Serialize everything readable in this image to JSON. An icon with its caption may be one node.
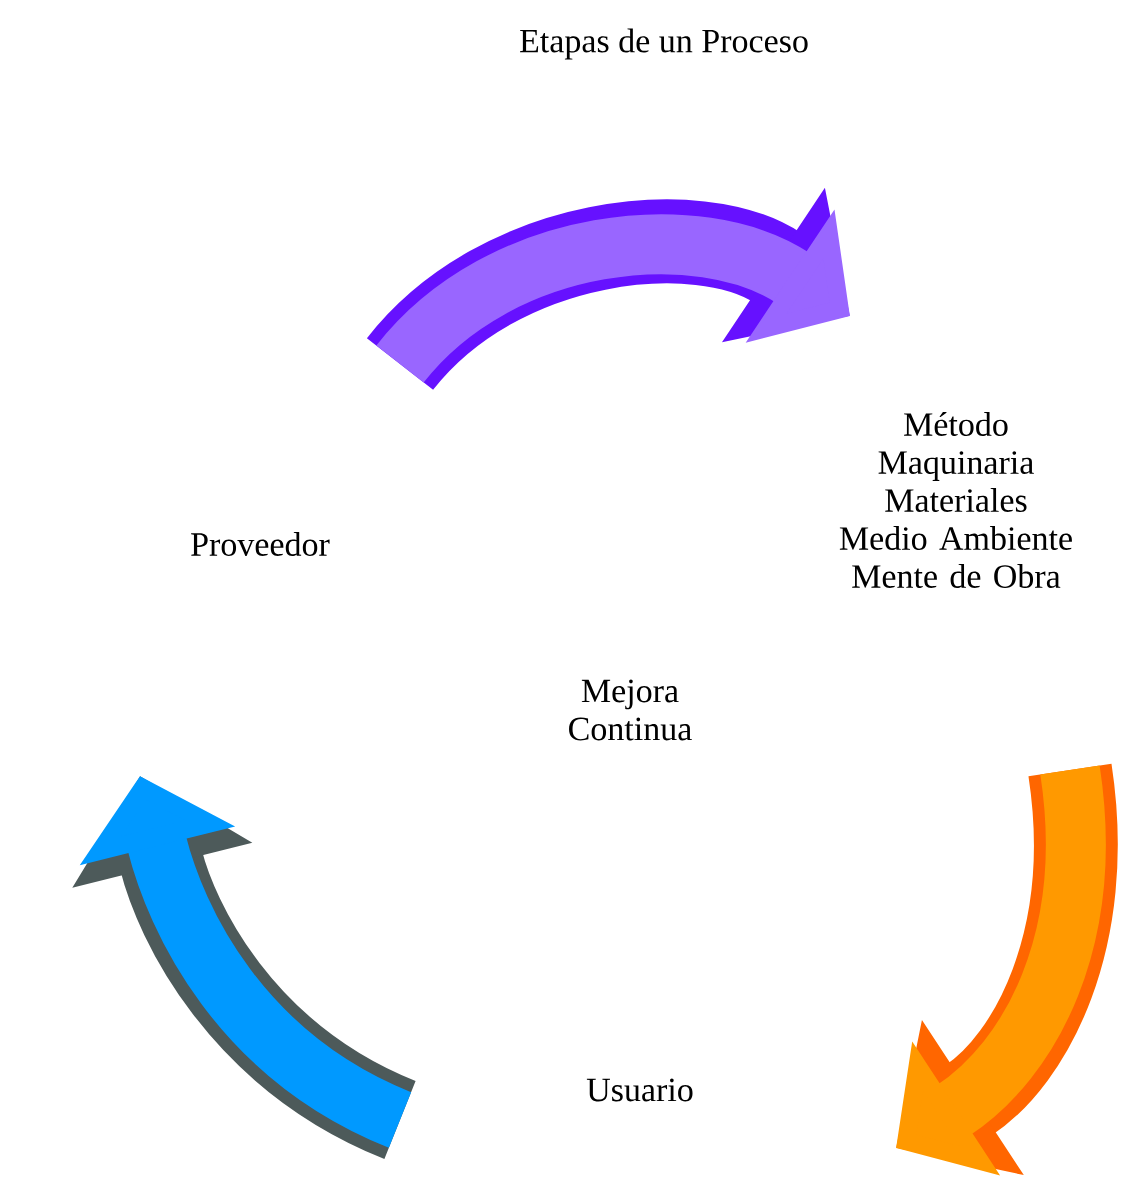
{
  "diagram": {
    "title": "Etapas de un Proceso",
    "nodes": [
      {
        "text": [
          "Proveedor"
        ]
      },
      {
        "text": [
          "Método Maquinaria Materiales Medio Ambiente Mente de Obra"
        ]
      },
      {
        "text": [
          "Usuario"
        ]
      }
    ],
    "labels": [
      "Mejora Continua"
    ]
  }
}
